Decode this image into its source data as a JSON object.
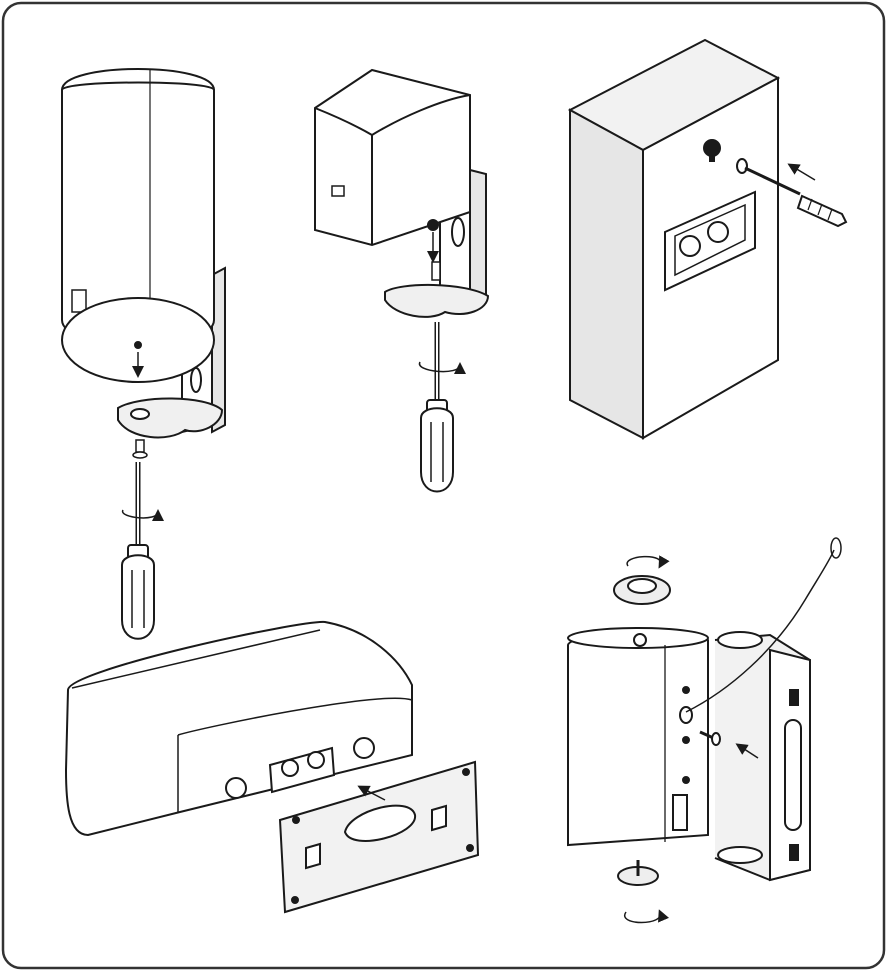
{
  "figure": {
    "panels": [
      {
        "id": "cylinder-speaker-base-mount",
        "icons": [
          "screwdriver-icon",
          "screw-icon",
          "rotate-arrow-icon",
          "down-arrow-icon"
        ]
      },
      {
        "id": "cube-speaker-base-mount",
        "icons": [
          "screwdriver-icon",
          "screw-icon",
          "rotate-arrow-icon",
          "down-arrow-icon"
        ]
      },
      {
        "id": "flat-speaker-keyhole-mount",
        "icons": [
          "screw-icon",
          "wall-plug-icon",
          "left-arrow-icon"
        ]
      },
      {
        "id": "wide-speaker-rail-mount",
        "icons": [
          "wall-rail-icon",
          "arrow-icon"
        ]
      },
      {
        "id": "bookshelf-speaker-u-bracket",
        "icons": [
          "u-bracket-icon",
          "knob-icon",
          "safety-cable-icon",
          "rotate-arrow-icon",
          "arrow-icon"
        ]
      }
    ],
    "colors": {
      "line": "#1a1a1a",
      "fill": "#ffffff",
      "shade": "#d8d8d8",
      "border": "#333333"
    }
  }
}
